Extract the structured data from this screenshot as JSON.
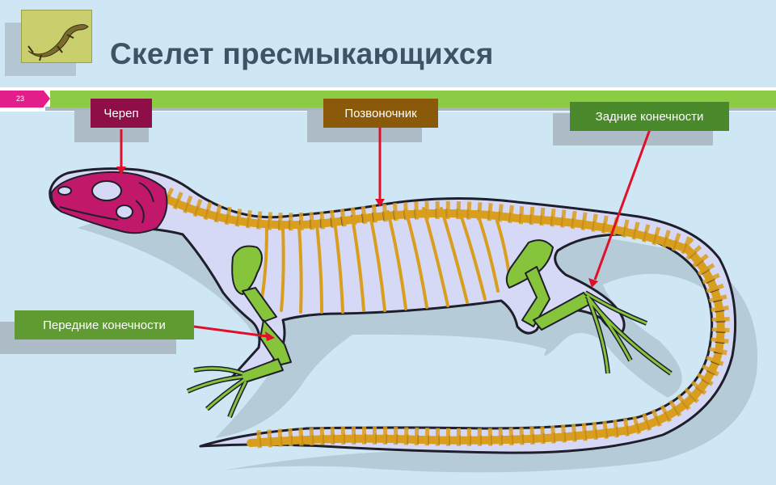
{
  "title": "Скелет пресмыкающихся",
  "slide_number": "23",
  "labels": {
    "skull": "Череп",
    "spine": "Позвоночник",
    "hind_limbs": "Задние конечности",
    "fore_limbs": "Передние конечности"
  },
  "colors": {
    "background": "#cfe6f4",
    "title": "#3f5367",
    "band_green": "#8ccc45",
    "slide_number_bg": "#e31e8a",
    "skull_label": "#8e0f47",
    "spine_label": "#8a5a0a",
    "limb_labels": "#4b8a2c",
    "arrows": "#e0102a",
    "body_fill": "#d6d9f5",
    "skull_fill": "#c2186c",
    "vertebrae_fill": "#d99e1d",
    "limb_fill": "#86c43c"
  },
  "icons": {
    "thumbnail": "lizard-thumbnail-icon"
  }
}
